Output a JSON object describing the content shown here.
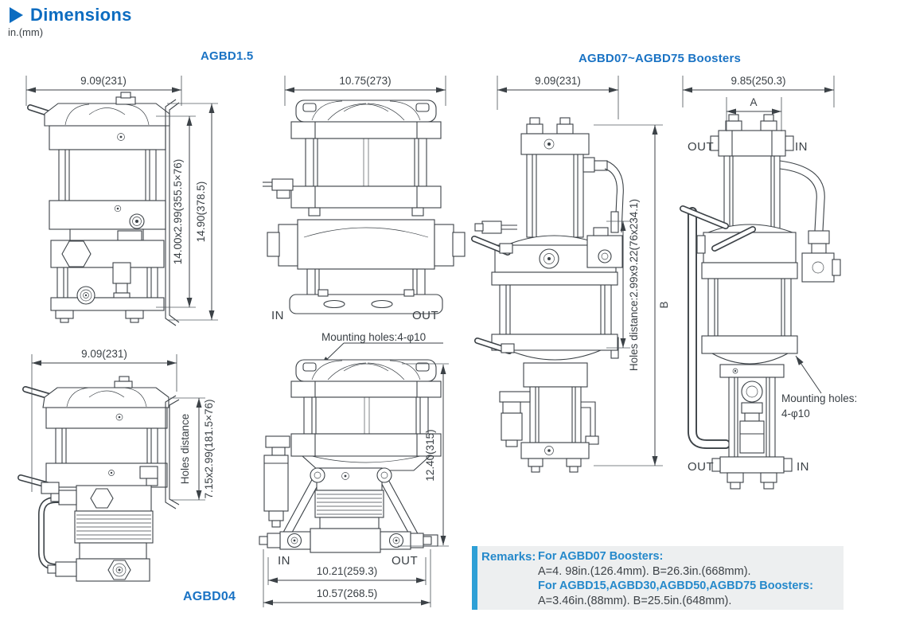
{
  "page": {
    "title": "Dimensions",
    "units": "in.(mm)"
  },
  "section_labels": {
    "agbd15": "AGBD1.5",
    "agbd07_75": "AGBD07~AGBD75 Boosters",
    "agbd04": "AGBD04"
  },
  "ports": {
    "in": "IN",
    "out": "OUT"
  },
  "dims": {
    "w_agbd15_side": "9.09(231)",
    "w_agbd15_front": "10.75(273)",
    "h_holes_agbd15": "14.00x2.99(355.5×76)",
    "h_total_agbd15": "14.90(378.5)",
    "w_agbd04_side": "9.09(231)",
    "holes_label": "Holes distance",
    "holes_agbd04_side": "7.15x2.99(181.5×76)",
    "h_agbd04": "12.40(315)",
    "w_agbd04_inner": "10.21(259.3)",
    "w_agbd04_outer": "10.57(268.5)",
    "w_agbd07_front": "9.09(231)",
    "w_agbd07_side": "9.85(250.3)",
    "a_label": "A",
    "b_label": "B",
    "holes_agbd07": "Holes distance:2.99x9.22(76x234.1)",
    "mounting_mid": "Mounting holes:4-φ10",
    "mounting_right1": "Mounting holes:",
    "mounting_right2": "4-φ10"
  },
  "remarks": {
    "heading": "Remarks:",
    "items": [
      {
        "title": "For AGBD07 Boosters:",
        "value": "A=4. 98in.(126.4mm). B=26.3in.(668mm)."
      },
      {
        "title": "For AGBD15,AGBD30,AGBD50,AGBD75 Boosters:",
        "value": "A=3.46in.(88mm). B=25.5in.(648mm)."
      }
    ]
  },
  "colors": {
    "accent_blue": "#0c6cc0",
    "label_blue": "#1a73c4",
    "remarks_blue": "#2589cb",
    "remarks_bar_blue": "#2ea0d6",
    "remarks_bg": "#edeff0",
    "line": "#3c4247"
  }
}
